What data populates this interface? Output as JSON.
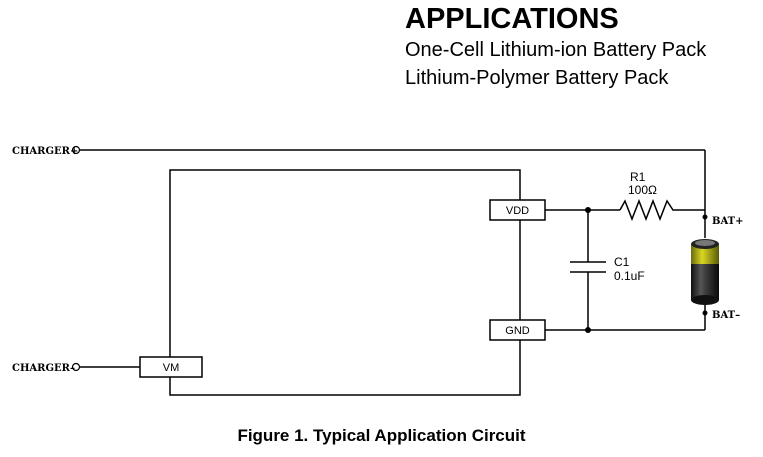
{
  "applications": {
    "title": "APPLICATIONS",
    "items": [
      "One-Cell Lithium-ion Battery Pack",
      "Lithium-Polymer Battery Pack"
    ]
  },
  "circuit": {
    "charger_plus": "CHARGER+",
    "charger_minus": "CHARGER–",
    "pin_vdd": "VDD",
    "pin_gnd": "GND",
    "pin_vm": "VM",
    "resistor_name": "R1",
    "resistor_value": "100Ω",
    "capacitor_name": "C1",
    "capacitor_value": "0.1uF",
    "bat_plus": "BAT+",
    "bat_minus": "BAT–"
  },
  "caption": "Figure 1.  Typical Application Circuit"
}
